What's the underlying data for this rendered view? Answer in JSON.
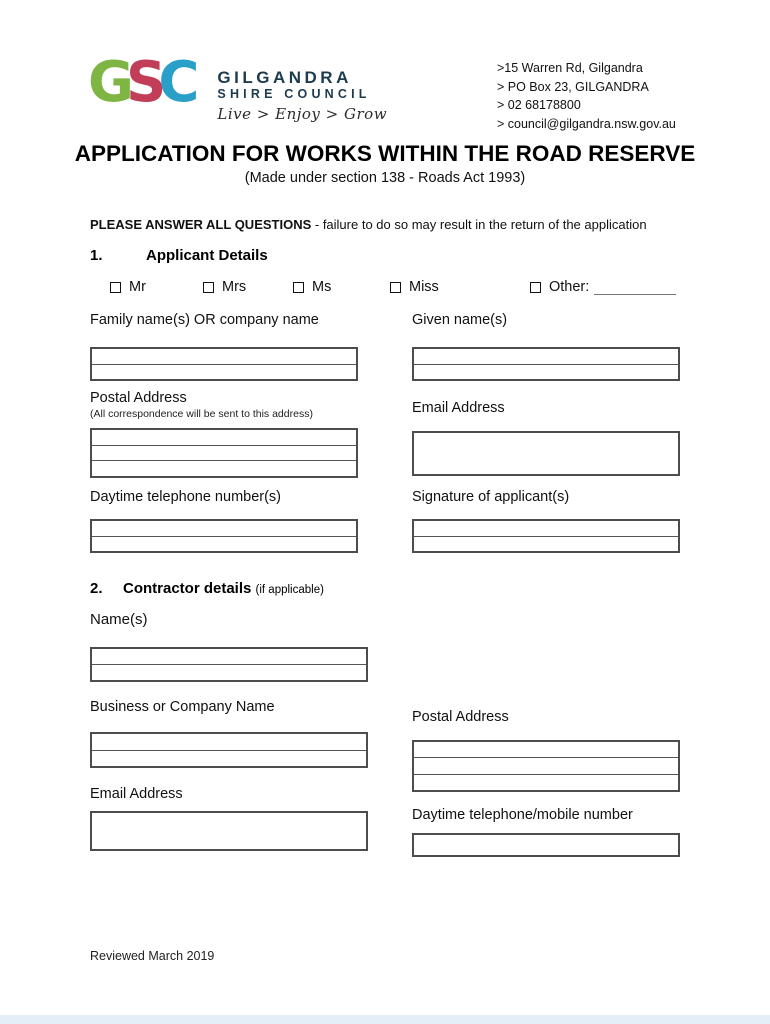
{
  "header": {
    "logo": {
      "letters": [
        {
          "char": "G",
          "color": "#7fb543"
        },
        {
          "char": "S",
          "color": "#c23e58"
        },
        {
          "char": "C",
          "color": "#2a9fc7"
        }
      ],
      "org_line1": "GILGANDRA",
      "org_line2": "SHIRE COUNCIL",
      "org_color": "#1d3a4f",
      "tagline": "Live > Enjoy > Grow"
    },
    "contact_lines": [
      ">15 Warren Rd, Gilgandra",
      "> PO Box 23, GILGANDRA",
      "> 02 68178800",
      "> council@gilgandra.nsw.gov.au"
    ]
  },
  "title": {
    "main": "APPLICATION FOR WORKS WITHIN THE ROAD RESERVE",
    "subtitle": "(Made under section 138 - Roads Act 1993)"
  },
  "instruction": {
    "bold": "PLEASE ANSWER ALL QUESTIONS",
    "rest": " - failure to do so may result in the return of the application"
  },
  "section1": {
    "number": "1.",
    "heading": "Applicant Details",
    "title_options": [
      {
        "label": "Mr",
        "checked": false
      },
      {
        "label": "Mrs",
        "checked": false
      },
      {
        "label": "Ms",
        "checked": false
      },
      {
        "label": "Miss",
        "checked": false
      }
    ],
    "other_option": {
      "label": "Other:",
      "checked": false,
      "value": ""
    },
    "family_name_label": "Family name(s) OR company name",
    "given_name_label": "Given name(s)",
    "postal_label": "Postal Address",
    "postal_note": "(All correspondence will be sent to this address)",
    "email_label": "Email Address",
    "phone_label": "Daytime telephone number(s)",
    "signature_label": "Signature of applicant(s)",
    "values": {
      "family_name": "",
      "given_name": "",
      "postal": "",
      "email": "",
      "phone": "",
      "signature": ""
    }
  },
  "section2": {
    "number": "2.",
    "heading": "Contractor details",
    "heading_note": "(if applicable)",
    "name_label": "Name(s)",
    "business_label": "Business or Company Name",
    "postal_label": "Postal Address",
    "email_label": "Email Address",
    "phone_label": "Daytime telephone/mobile number",
    "values": {
      "name": "",
      "business": "",
      "postal": "",
      "email": "",
      "phone": ""
    }
  },
  "footer": {
    "text": "Reviewed March 2019"
  }
}
